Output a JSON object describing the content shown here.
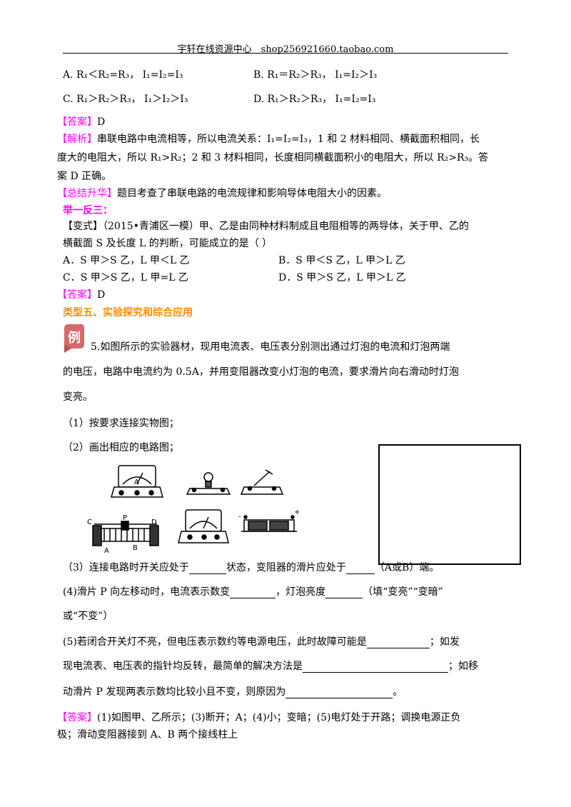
{
  "header": "宇轩在线资源中心　shop256921660.taobao.com",
  "options1": {
    "a": "A. R₁＜R₂=R₃，  I₁=I₂=I₃",
    "b": "B. R₁＝R₂＞R₃，  I₁=I₂＞I₃",
    "c": "C. R₁＞R₂＞R₃，  I₁＞I₂＞I₃",
    "d": "D. R₁＞R₂＞R₃，   I₁=I₂=I₃"
  },
  "answer1": {
    "label": "【答案】",
    "value": "D"
  },
  "analysis": {
    "label": "【解析】",
    "line1": "串联电路中电流相等，所以电流关系：I₁=I₂=I₃，1 和 2 材料相同、横截面积相同，长",
    "line2": "度大的电阻大，所以 R₁>R₂；2 和 3 材料相同，长度相同横截面积小的电阻大，所以 R₂>R₃。答",
    "line3": "案 D 正确。"
  },
  "summary": {
    "label": "【总结升华】",
    "text": "题目考查了串联电路的电流规律和影响导体电阻大小的因素。"
  },
  "practice_title": "举一反三：",
  "variant": {
    "label": "【变式】",
    "line1": "（2015•青浦区一模）甲、乙是由同种材料制成且电阻相等的两导体，关于甲、乙的",
    "line2": "横截面 S 及长度 L 的判断，可能成立的是（      ）",
    "a": "A．S 甲＞S 乙，L 甲＜L 乙",
    "b": "B．S 甲＜S 乙，L 甲＞L 乙",
    "c": "C．S 甲＞S 乙，L 甲=L 乙",
    "d": "D．S 甲＞S 乙，L 甲＞L 乙"
  },
  "answer2": {
    "label": "【答案】",
    "value": "D"
  },
  "section_title": "类型五、实验探究和综合应用",
  "badge": "例",
  "q5": {
    "line1": "5.如图所示的实验器材，现用电流表、电压表分别测出通过灯泡的电流和灯泡两端",
    "line2": "的电压，电路中电流约为 0.5A，并用变阻器改变小灯泡的电流，要求滑片向右滑动时灯泡",
    "line3": "变亮。",
    "p1": "（1）按要求连接实物图；",
    "p2": "（2）画出相应的电路图；",
    "p3a": "（3）连接电路时开关应处于",
    "p3b": "状态，变阻器的滑片应处于",
    "p3c": "（A或B）端。",
    "p4a": "(4)滑片 P 向左移动时，电流表示数变",
    "p4b": "，灯泡亮度",
    "p4c": "（填“变亮”“变暗”",
    "p4d": "或“不变”）",
    "p5a": "(5)若闭合开关灯不亮，但电压表示数约等电源电压，此时故障可能是",
    "p5b": "；如发",
    "p5c": "现电流表、电压表的指针均反转，最简单的解决方法是",
    "p5d": "；如移",
    "p5e": "动滑片 P 发现两表示数均比较小且不变，则原因为",
    "p5f": "。"
  },
  "figure_labels": {
    "c": "C",
    "p": "P",
    "d": "D",
    "a": "A",
    "b": "B",
    "meter": "A",
    "minus": "-",
    "plus": "+"
  },
  "answer3": {
    "label": "【答案】",
    "line1": "(1)如图甲、乙所示；(3)断开；A；(4)小；变暗；(5)电灯处于开路；调换电源正负",
    "line2": "极；滑动变阻器接到 A、B 两个接线柱上"
  }
}
